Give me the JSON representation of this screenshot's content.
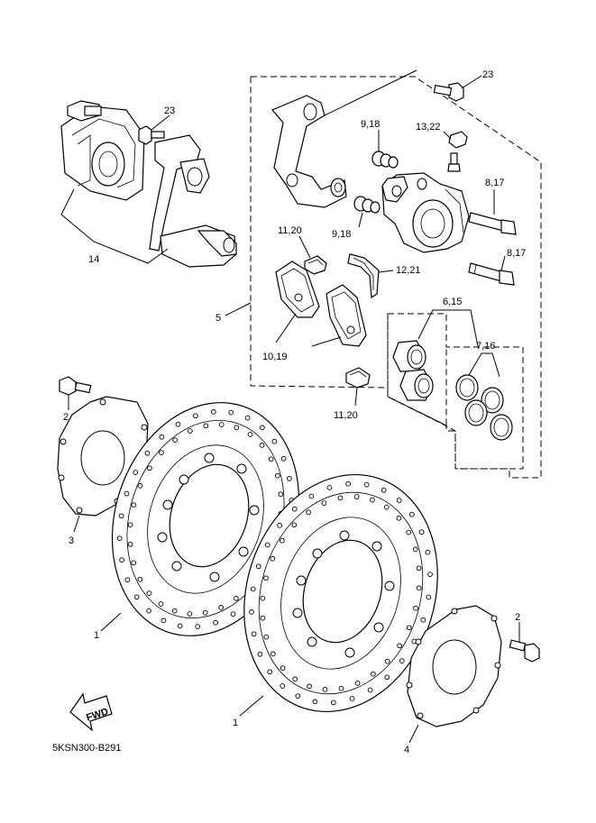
{
  "labels": {
    "l23a": "23",
    "l23b": "23",
    "l14": "14",
    "l5": "5",
    "l918a": "9,18",
    "l918b": "9,18",
    "l1322": "13,22",
    "l817a": "8,17",
    "l817b": "8,17",
    "l1120a": "11,20",
    "l1120b": "11,20",
    "l1221": "12,21",
    "l615": "6,15",
    "l716": "7,16",
    "l1019": "10,19",
    "l2a": "2",
    "l2b": "2",
    "l3": "3",
    "l1a": "1",
    "l1b": "1",
    "l4": "4"
  },
  "fwd": "FWD",
  "diagram_code": "5KSN300-B291"
}
